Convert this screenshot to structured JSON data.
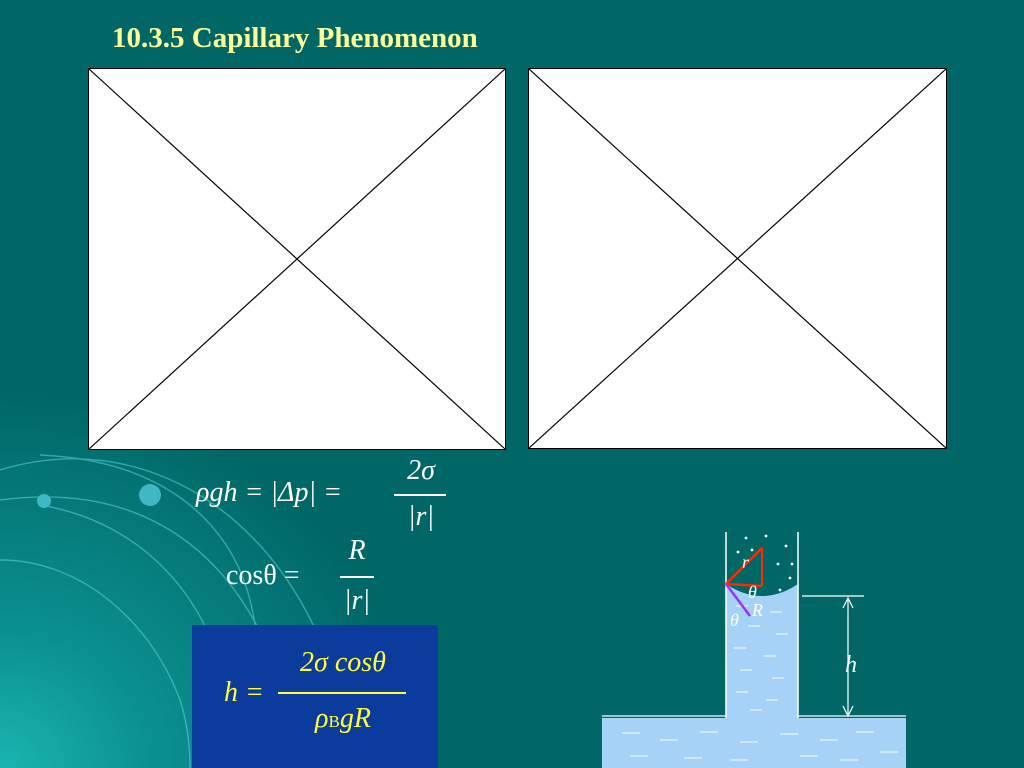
{
  "slide": {
    "title": "10.3.5  Capillary Phenomenon",
    "colors": {
      "background": "#006666",
      "title": "#ffff99",
      "highlight_box": "#0c3b9e",
      "highlight_text": "#ffff33",
      "water": "#a6d2f8",
      "radius_r": "#ff2a00",
      "radius_R": "#9933ff"
    }
  },
  "formulas": {
    "eq1": {
      "lhs": "ρgh = |Δp| =",
      "num": "2σ",
      "den": "|r|"
    },
    "eq2": {
      "lhs": "cosθ =",
      "num": "R",
      "den": "|r|"
    },
    "eq3": {
      "lhs": "h =",
      "num": "2σ cosθ",
      "den_rho": "ρ",
      "den_sub": "B",
      "den_rest": "gR"
    }
  },
  "diagram": {
    "label_r": "r",
    "label_R": "R",
    "label_theta_upper": "θ",
    "label_theta_lower": "θ",
    "label_h": "h"
  }
}
